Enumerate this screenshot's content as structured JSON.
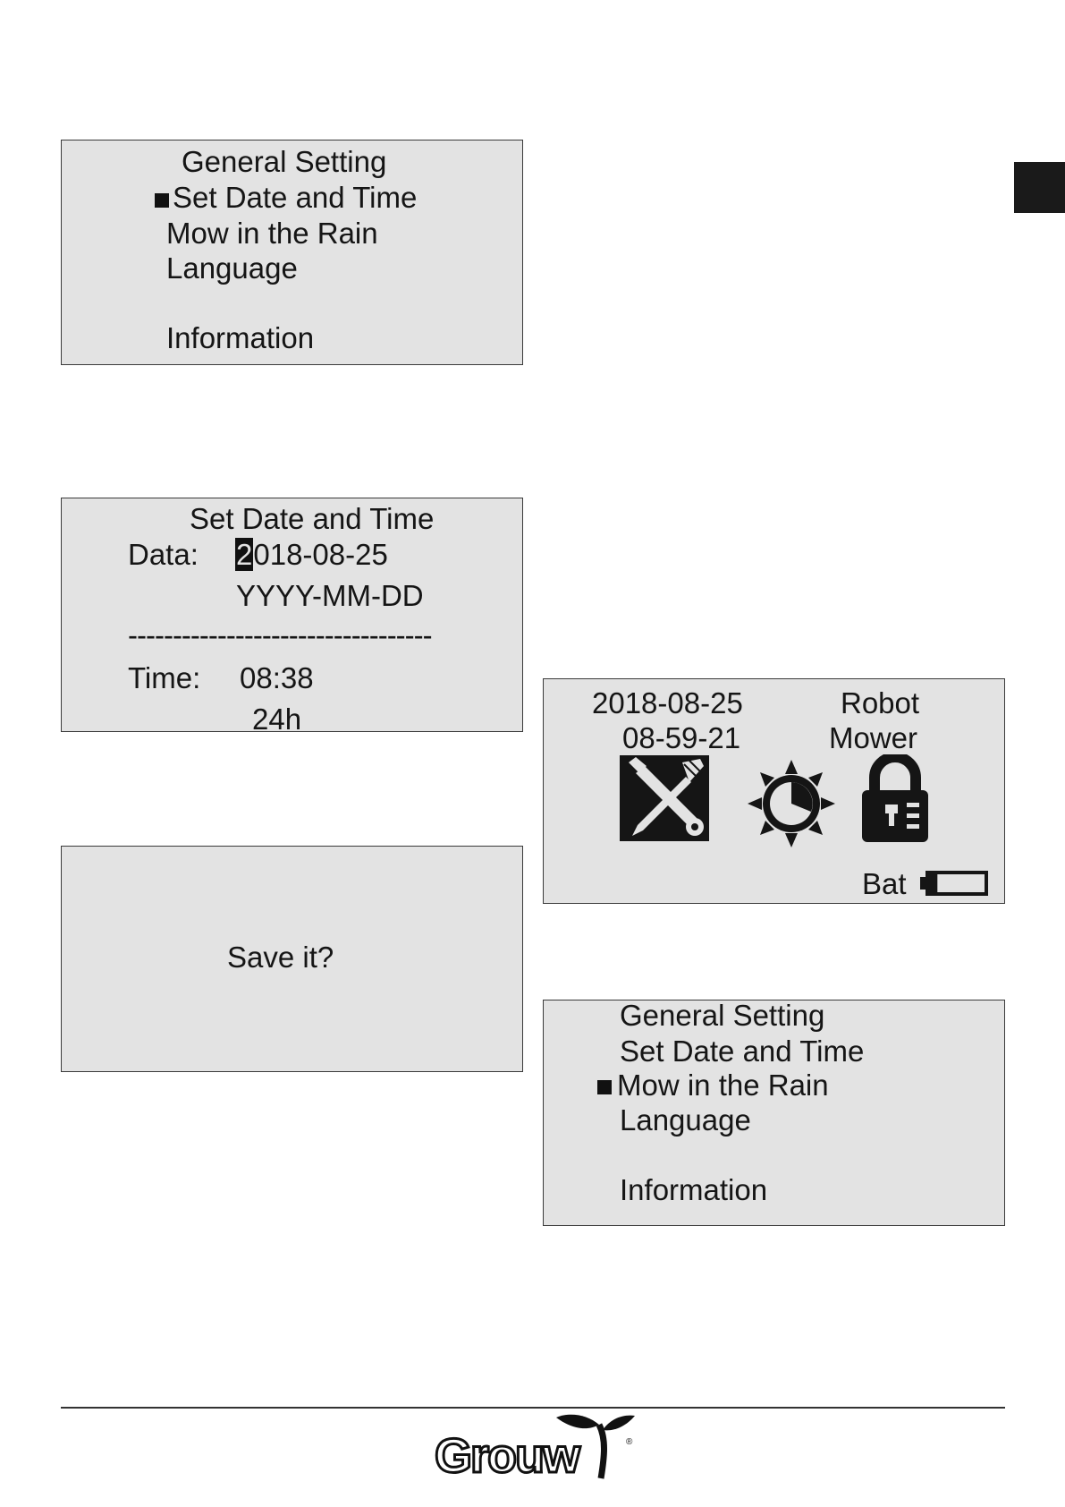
{
  "panel1": {
    "title": "General Setting",
    "items": [
      "Set Date and Time",
      "Mow in the Rain",
      "Language",
      "Information"
    ],
    "selected_index": 0
  },
  "panel2": {
    "title": "Set Date and Time",
    "date_label": "Data:",
    "date_first_char": "2",
    "date_rest": "018-08-25",
    "date_format": "YYYY-MM-DD",
    "separator": "----------------------------------",
    "time_label": "Time:",
    "time_value": "08:38",
    "time_format": "24h"
  },
  "panel3": {
    "prompt": "Save it?"
  },
  "panel4": {
    "date": "2018-08-25",
    "time": "08-59-21",
    "name_line1": "Robot",
    "name_line2": "Mower",
    "icons": [
      "tools-icon",
      "sun-timer-icon",
      "lock-icon"
    ],
    "battery_label": "Bat",
    "battery_level": 0.15
  },
  "panel5": {
    "title": "General Setting",
    "items": [
      "Set Date and Time",
      "Mow in the Rain",
      "Language",
      "Information"
    ],
    "selected_index": 1
  },
  "footer": {
    "brand": "Grouw"
  },
  "colors": {
    "lcd_background": "#e3e3e3",
    "lcd_text": "#151515",
    "page_tab": "#1a1a1a"
  }
}
